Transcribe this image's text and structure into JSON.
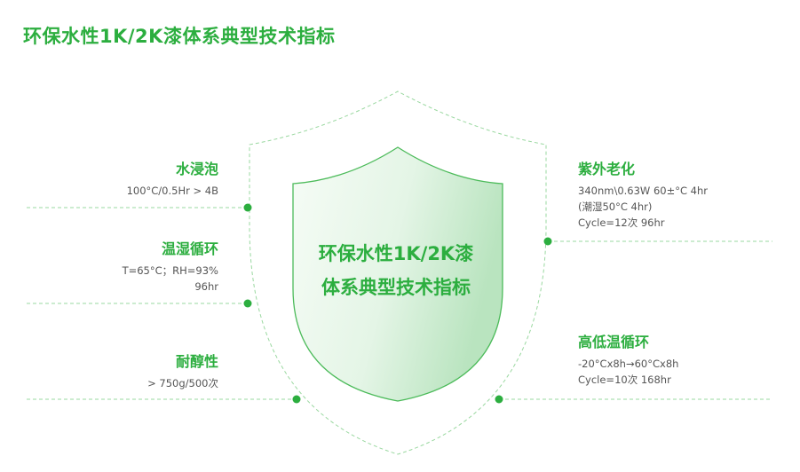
{
  "page_title": "环保水性1K/2K漆体系典型技术指标",
  "shield_text": {
    "line1": "环保水性1K/2K漆",
    "line2": "体系典型技术指标"
  },
  "left_items": [
    {
      "title": "水浸泡",
      "lines": [
        "100°C/0.5Hr  > 4B"
      ]
    },
    {
      "title": "温湿循环",
      "lines": [
        "T=65°C；RH=93%",
        "96hr"
      ]
    },
    {
      "title": "耐醇性",
      "lines": [
        "> 750g/500次"
      ]
    }
  ],
  "right_items": [
    {
      "title": "紫外老化",
      "lines": [
        "340nm\\0.63W 60±°C 4hr",
        "(潮湿50°C 4hr)",
        "Cycle=12次 96hr"
      ]
    },
    {
      "title": "高低温循环",
      "lines": [
        "-20°Cx8h→60°Cx8h",
        "Cycle=10次   168hr"
      ]
    }
  ],
  "colors": {
    "accent": "#2cae3f",
    "dashed_line": "#9ad8a0",
    "shield_fill_light": "#f3fbf3",
    "shield_fill_dark": "#bfe6c4",
    "body_text": "#555555"
  }
}
